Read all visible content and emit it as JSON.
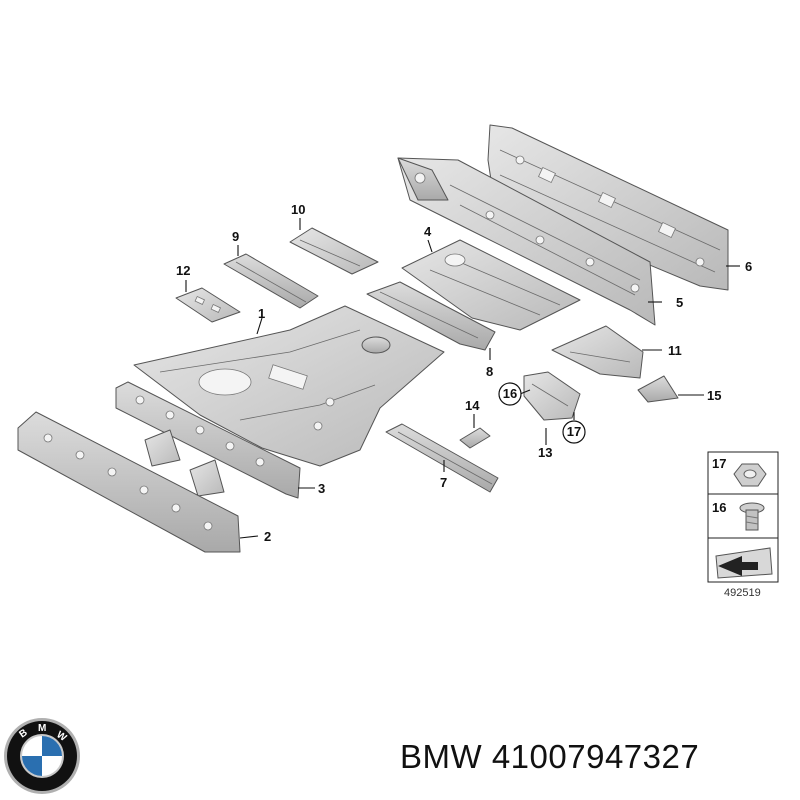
{
  "diagram": {
    "callouts": {
      "c1": "1",
      "c2": "2",
      "c3": "3",
      "c4": "4",
      "c5": "5",
      "c6": "6",
      "c7": "7",
      "c8": "8",
      "c9": "9",
      "c10": "10",
      "c11": "11",
      "c12": "12",
      "c13": "13",
      "c14": "14",
      "c15": "15",
      "c16": "16",
      "c17": "17"
    },
    "legend": {
      "item_top": "17",
      "item_bottom": "16"
    },
    "drawing_number": "492519"
  },
  "footer": {
    "brand": "BMW",
    "part_number": "41007947327"
  },
  "logo": {
    "lettering": "BMW",
    "colors": {
      "ring": "#111111",
      "blue": "#2a6fb0",
      "white": "#ffffff",
      "chrome": "#c8c8c8"
    }
  },
  "colors": {
    "part_fill": "#d6d6d6",
    "part_shade": "#b4b4b4",
    "line": "#111111"
  }
}
